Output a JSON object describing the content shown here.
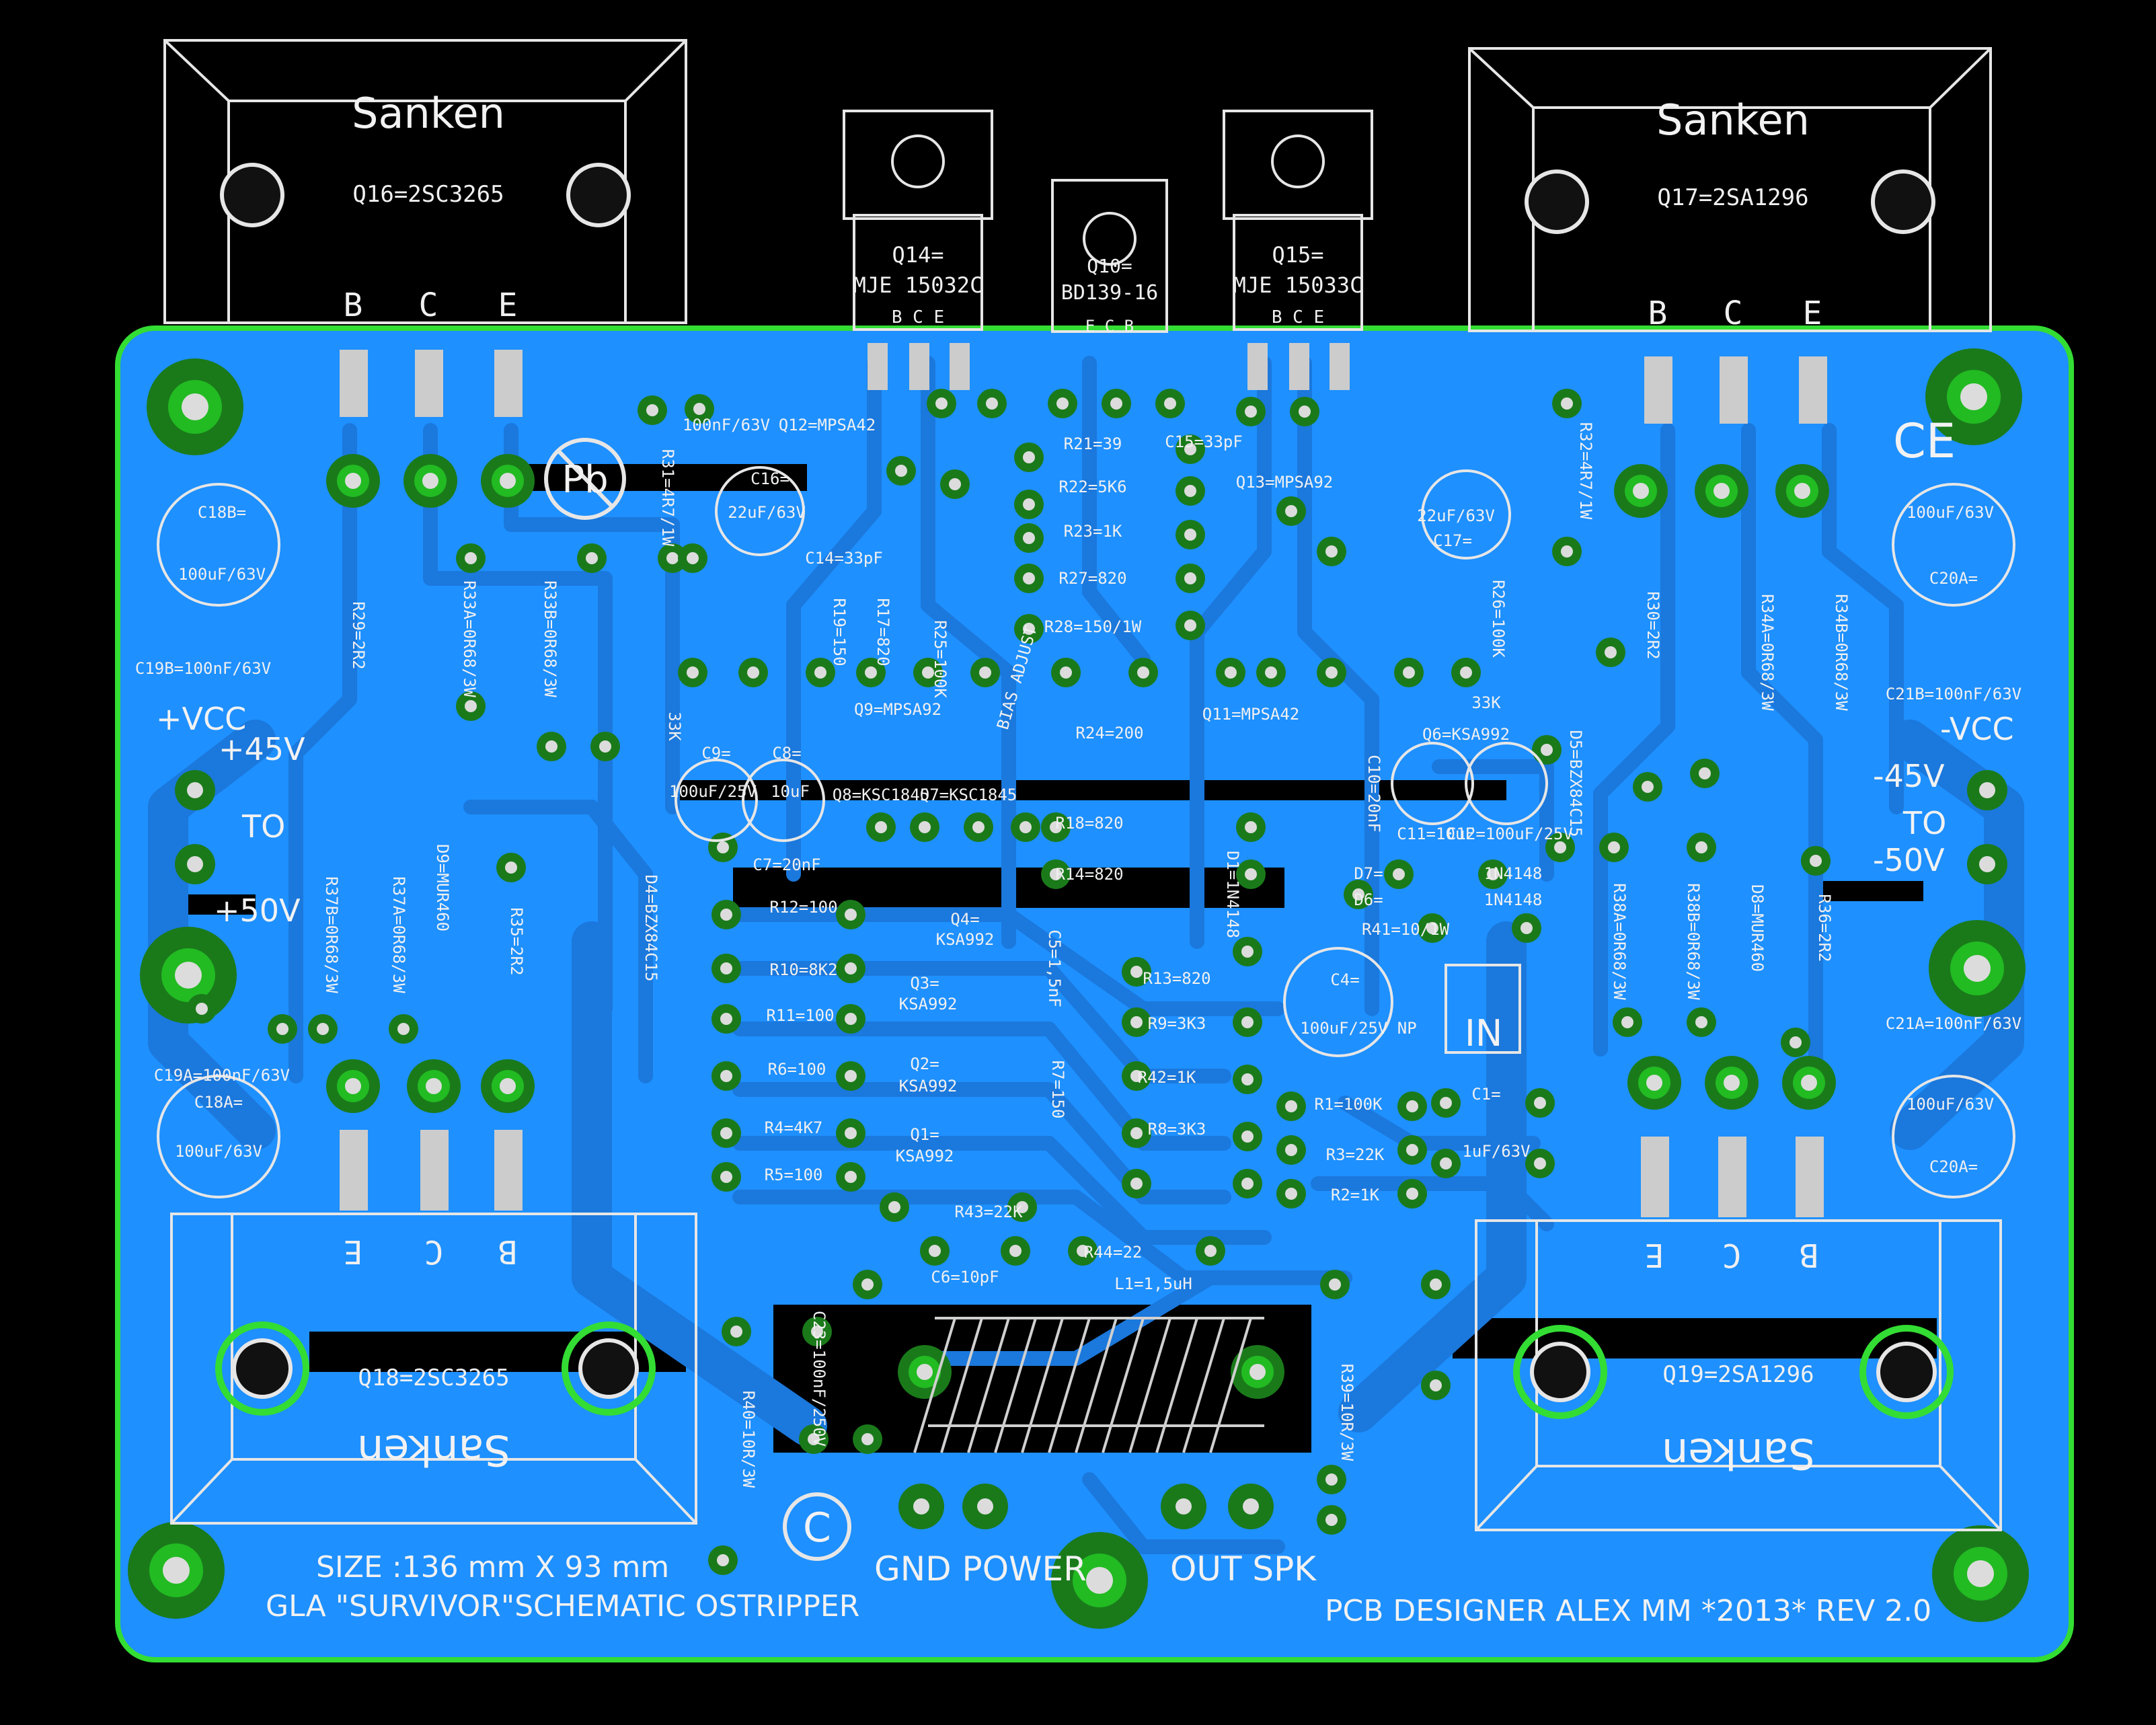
{
  "colors": {
    "background": "#000000",
    "copper_fill": "#1e90ff",
    "trace": "#1b78dc",
    "board_outline": "#33dd33",
    "pad": "#1a7a1a",
    "silkscreen": "#e6e6e6"
  },
  "icons": [
    "lead-free-pb-icon",
    "ce-mark-icon",
    "copyright-icon",
    "mounting-hole-icon"
  ],
  "transistors": {
    "q16": {
      "brand": "Sanken",
      "label": "Q16=2SC3265",
      "pins": [
        "B",
        "C",
        "E"
      ]
    },
    "q17": {
      "brand": "Sanken",
      "label": "Q17=2SA1296",
      "pins": [
        "B",
        "C",
        "E"
      ]
    },
    "q18": {
      "brand": "Sanken",
      "label": "Q18=2SC3265",
      "pins": [
        "E",
        "C",
        "B"
      ]
    },
    "q19": {
      "brand": "Sanken",
      "label": "Q19=2SA1296",
      "pins": [
        "E",
        "C",
        "B"
      ]
    },
    "q14": {
      "label": "Q14=",
      "part": "MJE 15032C",
      "pins": "B C E"
    },
    "q15": {
      "label": "Q15=",
      "part": "MJE 15033C",
      "pins": "B C E"
    },
    "q10": {
      "label": "Q10=",
      "part": "BD139-16",
      "pins": "E C B"
    }
  },
  "components": [
    "R31=4R7/1W",
    "100nF/63V",
    "C16=",
    "22uF/63V",
    "Q12=MPSA42",
    "C14=33pF",
    "R21=39",
    "R22=5K6",
    "R23=1K",
    "R27=820",
    "R28=150/1W",
    "C15=33pF",
    "Q13=MPSA92",
    "R32=4R7/1W",
    "22uF/63V",
    "C17=",
    "R29=2R2",
    "R33A=0R68/3W",
    "R33B=0R68/3W",
    "R19=150",
    "R17=820",
    "R25=100K",
    "R26=100K",
    "R30=2R2",
    "R34A=0R68/3W",
    "R34B=0R68/3W",
    "C18B=",
    "100uF/63V",
    "C19B=100nF/63V",
    "C20A=",
    "100uF/63V",
    "C21B=100nF/63V",
    "BIAS ADJUST",
    "R24=200",
    "Q9=MPSA92",
    "Q11=MPSA42",
    "33K",
    "33K",
    "C9=",
    "100uF/25V",
    "C8=",
    "10uF",
    "Q8=KSC1845",
    "Q7=KSC1845",
    "Q6=KSA992",
    "C10=20nF",
    "C11=10uF",
    "C12=100uF/25V",
    "D5=BZX84C15",
    "C7=20nF",
    "D4=BZX84C15",
    "R18=820",
    "R14=820",
    "D1=1N4148",
    "D7=",
    "D6=",
    "1N4148",
    "1N4148",
    "R41=10/1W",
    "R37B=0R68/3W",
    "R37A=0R68/3W",
    "D9=MUR460",
    "R35=2R2",
    "R12=100",
    "Q4=",
    "KSA992",
    "R10=8K2",
    "Q3=",
    "KSA992",
    "R11=100",
    "C5=1,5nF",
    "R13=820",
    "R9=3K3",
    "C4=",
    "100uF/25V NP",
    "R38A=0R68/3W",
    "R38B=0R68/3W",
    "D8=MUR460",
    "R36=2R2",
    "C19A=100nF/63V",
    "C18A=",
    "100uF/63V",
    "R6=100",
    "Q2=",
    "KSA992",
    "R7=150",
    "R42=1K",
    "R1=100K",
    "C1=",
    "1uF/63V",
    "C21A=100nF/63V",
    "C20A=",
    "100uF/63V",
    "R4=4K7",
    "Q1=",
    "KSA992",
    "R8=3K3",
    "R3=22K",
    "R5=100",
    "R2=1K",
    "R43=22K",
    "R44=22",
    "C6=10pF",
    "L1=1,5uH",
    "C23=100nF/250V",
    "R40=10R/3W",
    "R39=10R/3W"
  ],
  "labels": {
    "vcc_pos": "+VCC",
    "v45_pos": "+45V",
    "to_pos": "TO",
    "v50_pos": "+50V",
    "vcc_neg": "-VCC",
    "v45_neg": "-45V",
    "to_neg": "TO",
    "v50_neg": "-50V",
    "input": "IN",
    "pb": "Pb",
    "ce": "CE",
    "copyright": "C",
    "gnd_power": "GND POWER",
    "out_spk": "OUT SPK",
    "size": "SIZE :136 mm X 93 mm",
    "schematic": "GLA \"SURVIVOR\"SCHEMATIC OSTRIPPER",
    "designer": "PCB DESIGNER ALEX MM *2013* REV 2.0"
  }
}
